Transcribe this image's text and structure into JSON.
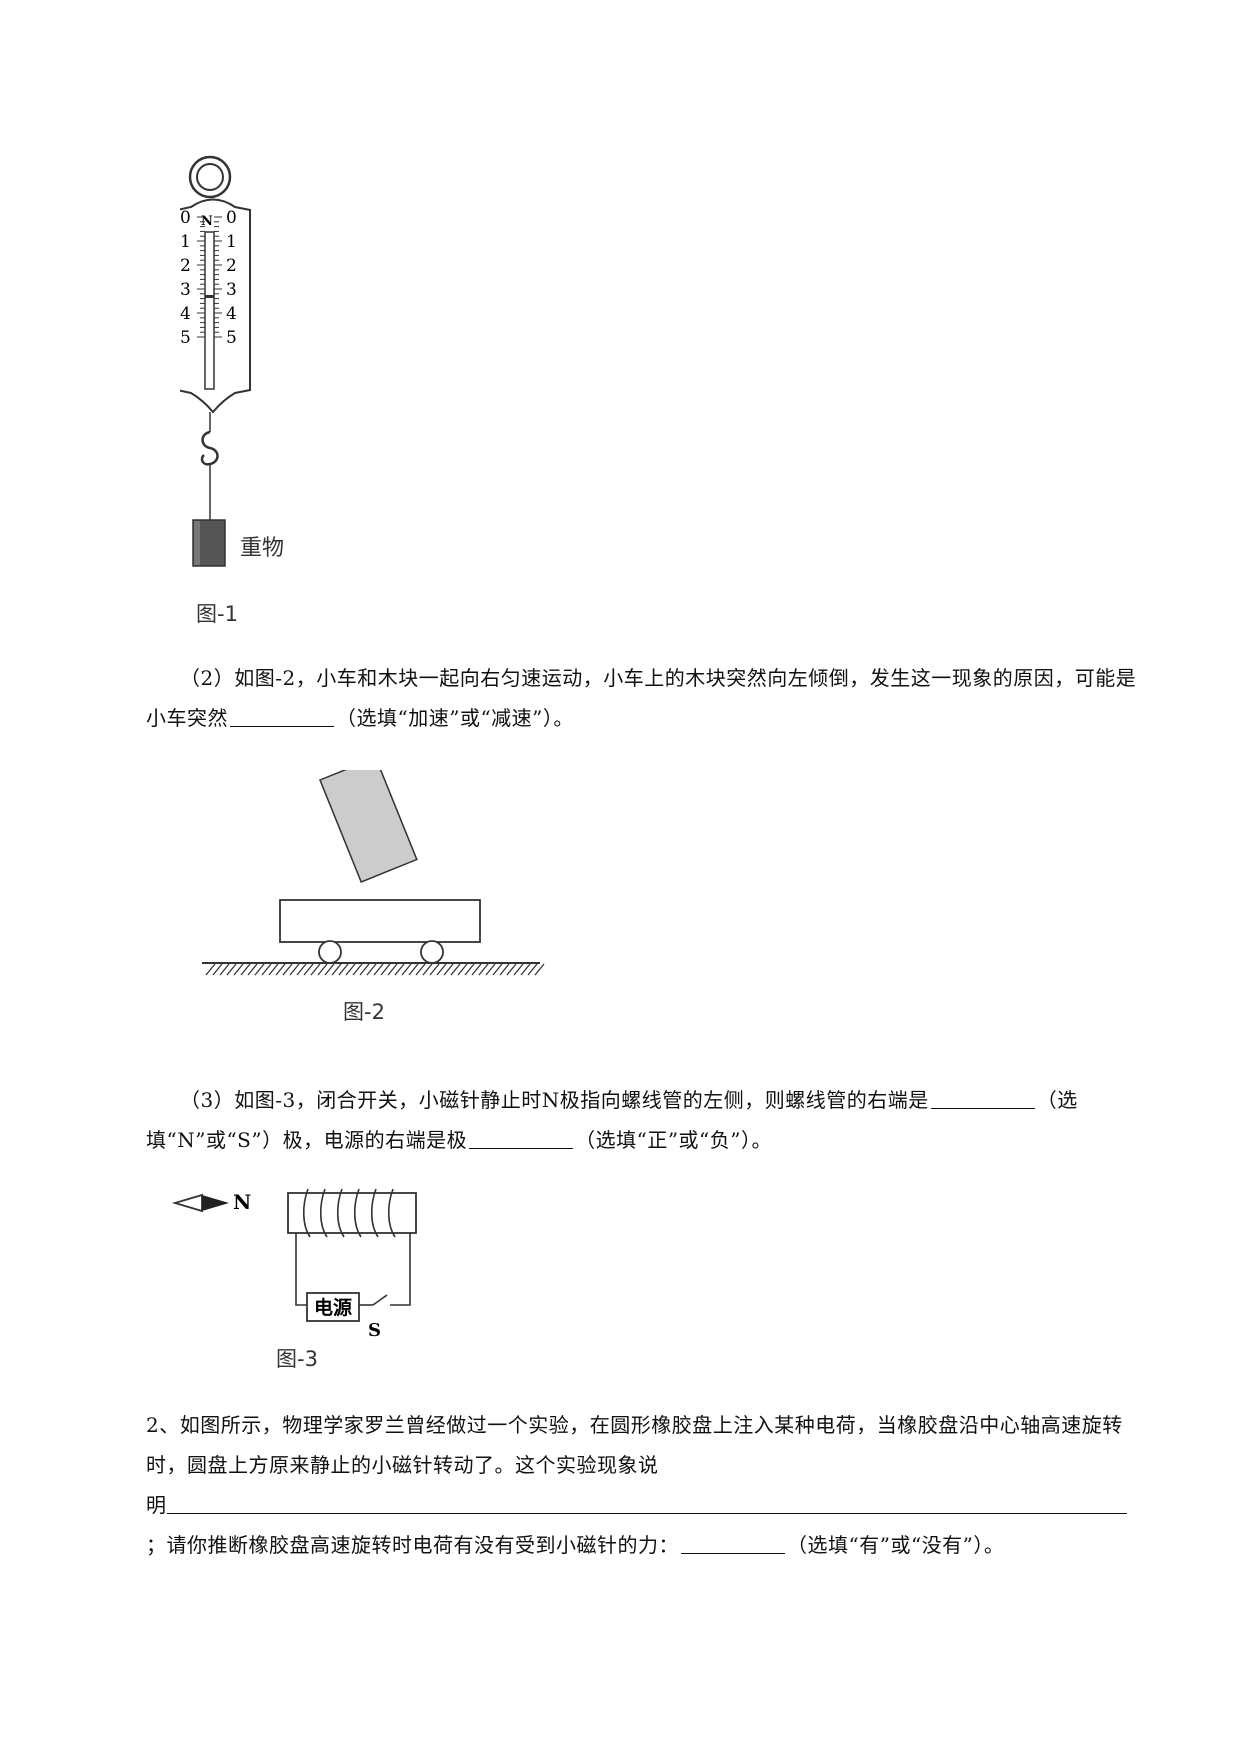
{
  "figure1": {
    "unit": "N",
    "scale_left": [
      "0",
      "1",
      "2",
      "3",
      "4",
      "5"
    ],
    "scale_right": [
      "0",
      "1",
      "2",
      "3",
      "4",
      "5"
    ],
    "weight_label": "重物",
    "caption": "图-1"
  },
  "q2": {
    "text_a": "（2）如图-2，小车和木块一起向右匀速运动，小车上的木块突然向左倾倒，发生这一现象的原因，可能是小车突然",
    "text_b": "（选填“加速”或“减速”）。"
  },
  "figure2": {
    "caption": "图-2"
  },
  "q3": {
    "text_a": "（3）如图-3，闭合开关，小磁针静止时N极指向螺线管的左侧，则螺线管的右端是",
    "text_b": "（选填“N”或“S”）极，电源的右端是极",
    "text_c": "（选填“正”或“负”）。"
  },
  "figure3": {
    "needle_label": "N",
    "source_label": "电源",
    "switch_label": "S",
    "caption": "图-3"
  },
  "q4": {
    "text_a": "2、如图所示，物理学家罗兰曾经做过一个实验，在圆形橡胶盘上注入某种电荷，当橡胶盘沿中心轴高速旋转时，圆盘上方原来静止的小磁针转动了。这个实验现象说",
    "text_b": "明",
    "text_c": "；请你推断橡胶盘高速旋转时电荷有没有受到小磁针的力：",
    "text_d": "（选填“有”或“没有”）。"
  }
}
